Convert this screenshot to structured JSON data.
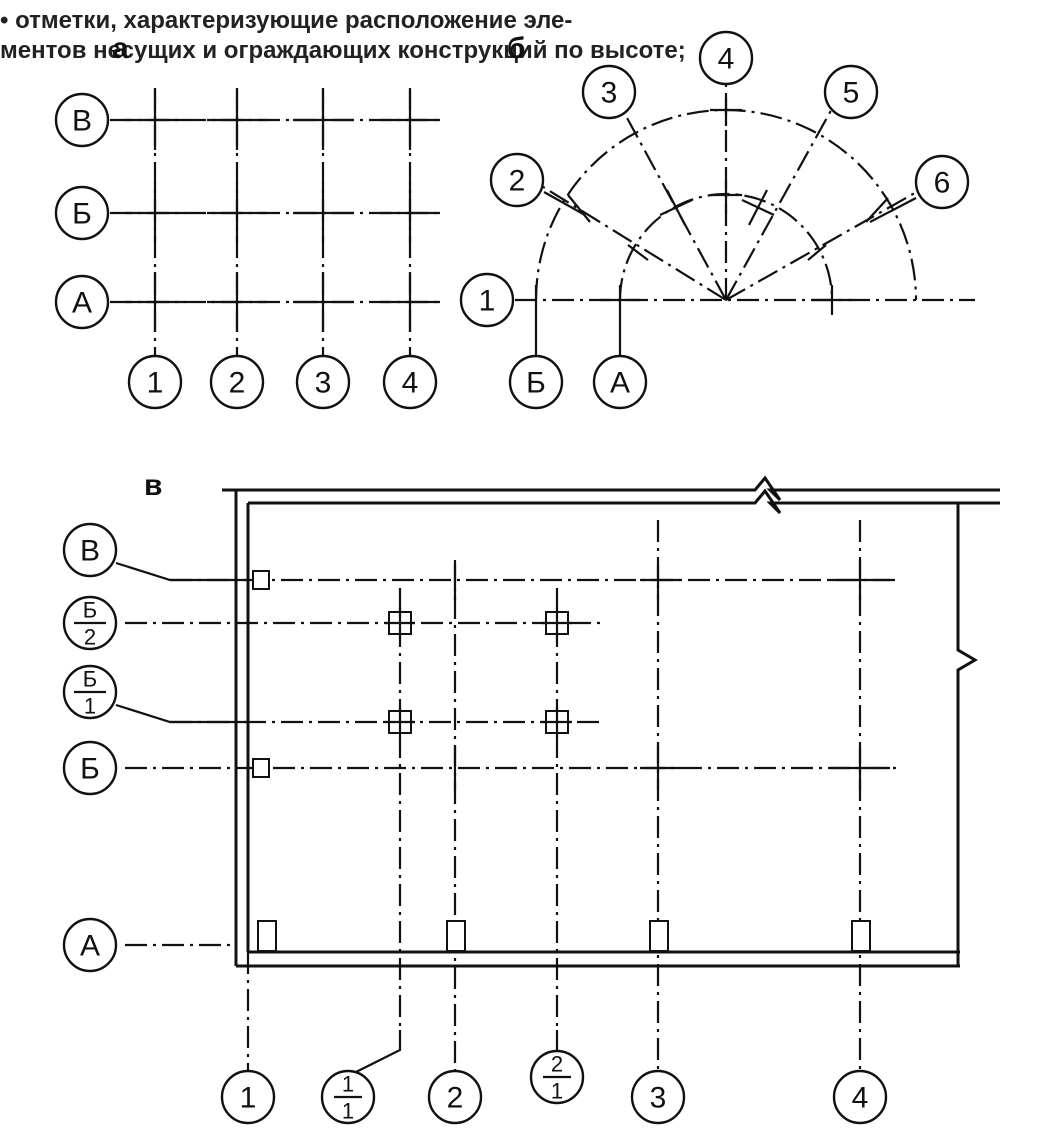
{
  "text_top": {
    "line1": "• отметки, характеризующие расположение эле-",
    "line2": "ментов несущих и ограждающих конструкций по высоте;"
  },
  "panels": {
    "a": "а",
    "b": "б",
    "v": "в"
  },
  "diagram_a": {
    "row_labels": [
      "В",
      "Б",
      "А"
    ],
    "col_labels": [
      "1",
      "2",
      "3",
      "4"
    ]
  },
  "diagram_b": {
    "radial_labels": [
      "1",
      "2",
      "3",
      "4",
      "5",
      "6"
    ],
    "arc_labels": [
      "Б",
      "А"
    ]
  },
  "diagram_v": {
    "row_labels": [
      {
        "num": "В"
      },
      {
        "num": "Б",
        "den": "2"
      },
      {
        "num": "Б",
        "den": "1"
      },
      {
        "num": "Б"
      },
      {
        "num": "А"
      }
    ],
    "col_labels": [
      {
        "num": "1"
      },
      {
        "num": "1",
        "den": "1"
      },
      {
        "num": "2"
      },
      {
        "num": "2",
        "den": "1"
      },
      {
        "num": "3"
      },
      {
        "num": "4"
      }
    ]
  }
}
